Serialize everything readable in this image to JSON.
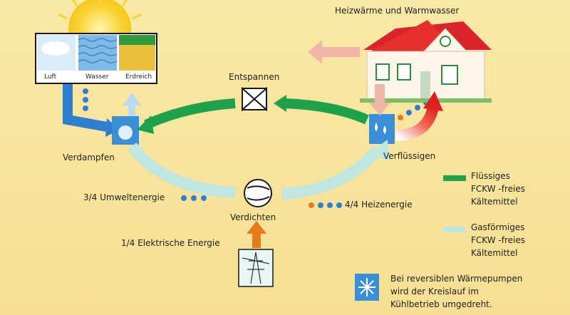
{
  "title": "Heizwärme und Warmwasser",
  "sources": [
    "Luft",
    "Wasser",
    "Erdreich"
  ],
  "steps": {
    "expand": "Entspannen",
    "evaporate": "Verdampfen",
    "condense": "Verflüssigen",
    "compress": "Verdichten"
  },
  "energy": {
    "environment": "3/4 Umweltenergie",
    "heat": "4/4 Heizenergie",
    "electric": "1/4 Elektrische Energie"
  },
  "legend": {
    "liquid": [
      "Flüssiges",
      "FCKW -freies",
      "Kältemittel"
    ],
    "gas": [
      "Gasförmiges",
      "FCKW -freies",
      "Kältemittel"
    ],
    "reversible": [
      "Bei reversiblen Wärmepumpen",
      "wird der Kreislauf im",
      "Kühlbetrieb umgedreht."
    ]
  },
  "colors": {
    "liquid": "#1fa04a",
    "gas": "#bfe6e0",
    "heat_arrow": "#e8282a",
    "source_arrow": "#2f7fd0",
    "house_arrow": "#f2b6a8",
    "electric_arrow": "#e87a1e"
  }
}
